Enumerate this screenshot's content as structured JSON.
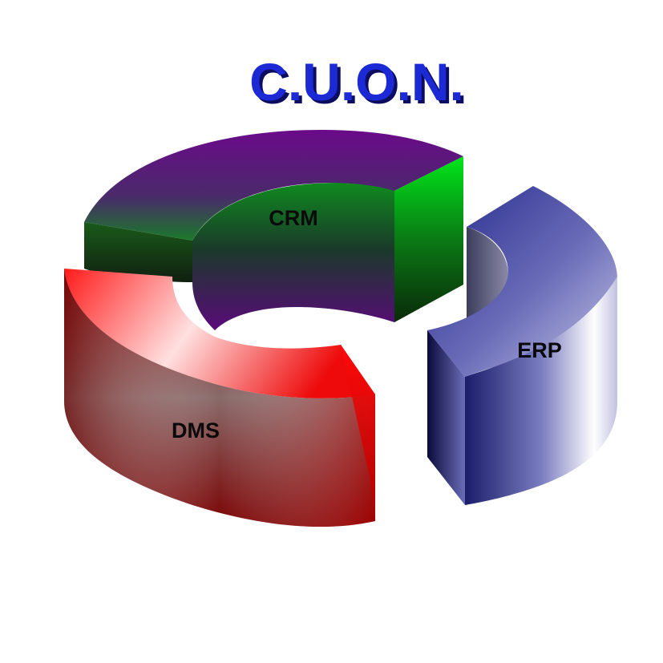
{
  "diagram": {
    "title": "C.U.O.N.",
    "segments": [
      {
        "id": "crm",
        "label": "CRM"
      },
      {
        "id": "erp",
        "label": "ERP"
      },
      {
        "id": "dms",
        "label": "DMS"
      }
    ]
  },
  "colors": {
    "title": "#1f2bd6",
    "title_shadow": "#0a1060",
    "crm_top": "#6a0a8a",
    "crm_side": "#0f7a1a",
    "crm_accent": "#00e01a",
    "erp_main": "#2a2f8a",
    "erp_light": "#ffffff",
    "dms_main": "#e80a0a",
    "dms_dark": "#6a0000",
    "dms_light": "#ffffff"
  }
}
